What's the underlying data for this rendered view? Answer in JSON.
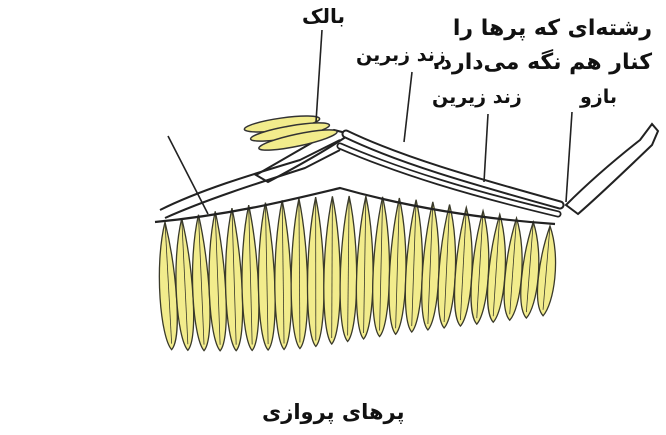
{
  "labels": {
    "ligament": "رشته‌ای که پرها را کنار هم نگه می‌دارد.",
    "alula": "بالک",
    "ulna": "زند زبرین",
    "radius": "زند زیرین",
    "humerus": "بازو",
    "flight_feathers": "پرهای پروازی"
  },
  "colors": {
    "feather_fill": "#f2ec8c",
    "feather_stroke": "#3a3a2a",
    "bone_fill": "#ffffff",
    "line": "#222222"
  }
}
